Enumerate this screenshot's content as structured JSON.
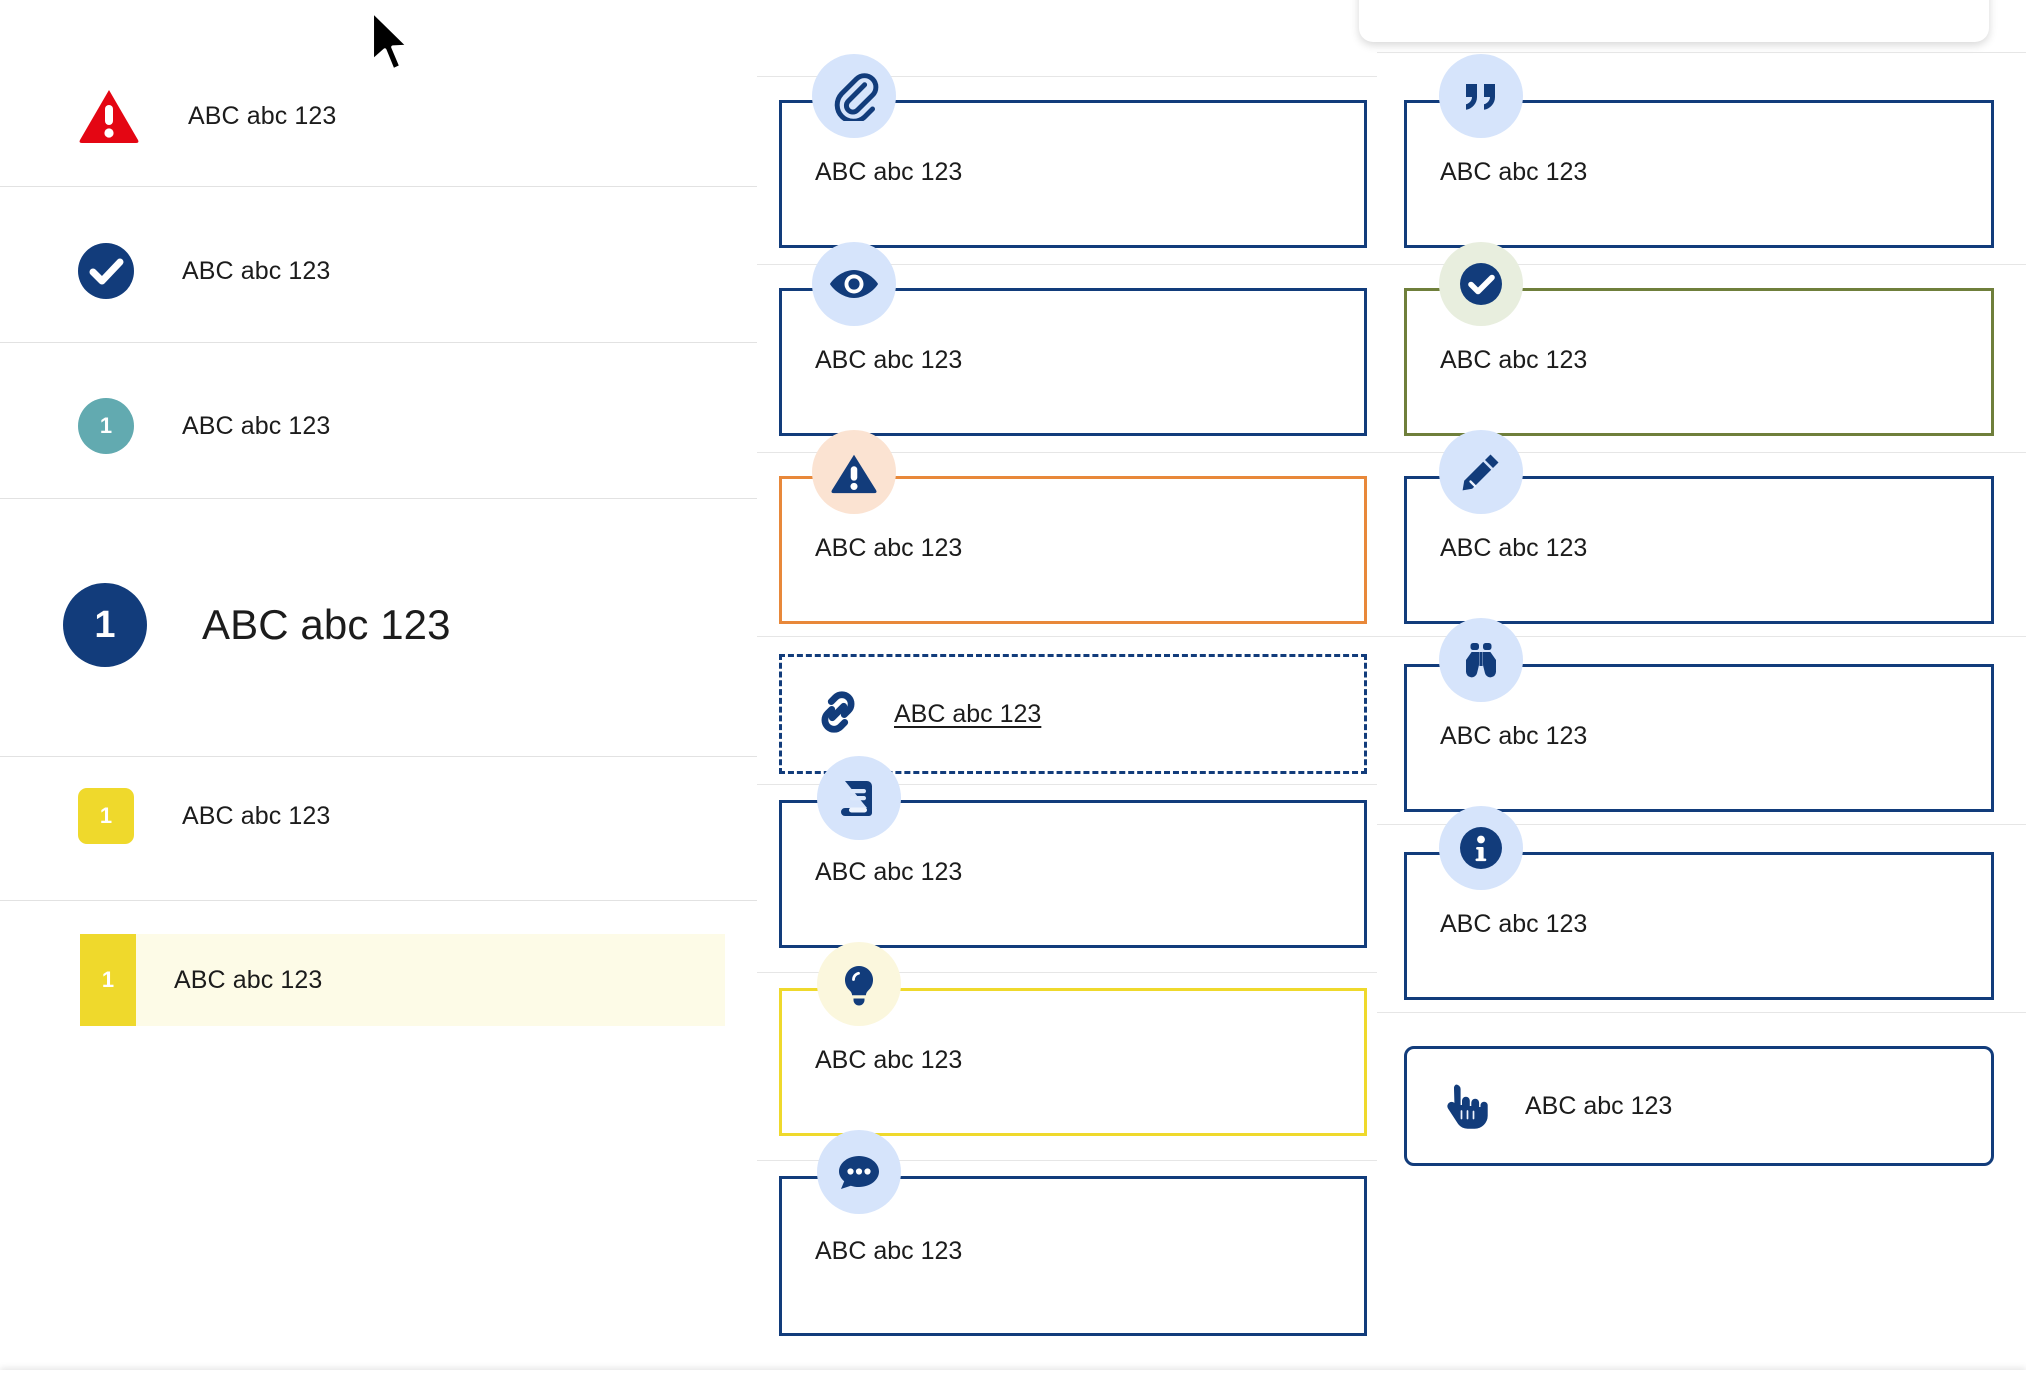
{
  "left_list": {
    "items": [
      {
        "id": "error",
        "label": "ABC abc 123",
        "icon": "triangle-alert-icon",
        "badge_text": "",
        "color": "#e40613",
        "size": "normal",
        "highlighted": false
      },
      {
        "id": "success",
        "label": "ABC abc 123",
        "icon": "check-circle-icon",
        "badge_text": "",
        "color": "#123c7b",
        "size": "normal",
        "highlighted": false
      },
      {
        "id": "teal-number",
        "label": "ABC abc 123",
        "icon": "number-badge-round",
        "badge_text": "1",
        "color": "#62aab0",
        "size": "normal",
        "highlighted": false
      },
      {
        "id": "big-number",
        "label": "ABC abc 123",
        "icon": "number-badge-round",
        "badge_text": "1",
        "color": "#123c7b",
        "size": "large",
        "highlighted": false
      },
      {
        "id": "yellow-number",
        "label": "ABC abc 123",
        "icon": "number-badge-square",
        "badge_text": "1",
        "color": "#efd92c",
        "size": "normal",
        "highlighted": false
      },
      {
        "id": "yellow-active",
        "label": "ABC abc 123",
        "icon": "number-badge-flat",
        "badge_text": "1",
        "color": "#efd92c",
        "size": "normal",
        "highlighted": true
      }
    ]
  },
  "middle_column": {
    "cards": [
      {
        "id": "attachment",
        "icon": "paperclip-icon",
        "label": "ABC abc 123",
        "border": "solid-blue",
        "bubble": "blue",
        "layout": "stacked"
      },
      {
        "id": "preview",
        "icon": "eye-icon",
        "label": "ABC abc 123",
        "border": "solid-blue",
        "bubble": "blue",
        "layout": "stacked"
      },
      {
        "id": "warning",
        "icon": "triangle-alert-icon",
        "label": "ABC abc 123",
        "border": "orange",
        "bubble": "peach",
        "layout": "stacked"
      },
      {
        "id": "link",
        "icon": "chain-link-icon",
        "label": "ABC abc 123",
        "border": "dashed-blue",
        "bubble": "none",
        "layout": "inline-link"
      },
      {
        "id": "glossary",
        "icon": "book-icon",
        "label": "ABC abc 123",
        "border": "solid-blue",
        "bubble": "blue",
        "layout": "stacked"
      },
      {
        "id": "tip",
        "icon": "lightbulb-icon",
        "label": "ABC abc 123",
        "border": "yellow",
        "bubble": "yellow",
        "layout": "stacked"
      },
      {
        "id": "comment",
        "icon": "speech-bubble-icon",
        "label": "ABC abc 123",
        "border": "solid-blue",
        "bubble": "blue",
        "layout": "stacked"
      }
    ]
  },
  "right_column": {
    "cards": [
      {
        "id": "quote",
        "icon": "quotation-marks-icon",
        "label": "ABC abc 123",
        "border": "solid-blue",
        "bubble": "blue",
        "layout": "stacked"
      },
      {
        "id": "completed",
        "icon": "check-circle-icon",
        "label": "ABC abc 123",
        "border": "olive",
        "bubble": "green",
        "layout": "stacked"
      },
      {
        "id": "edit",
        "icon": "pencil-icon",
        "label": "ABC abc 123",
        "border": "solid-blue",
        "bubble": "blue",
        "layout": "stacked"
      },
      {
        "id": "explore",
        "icon": "binoculars-icon",
        "label": "ABC abc 123",
        "border": "solid-blue",
        "bubble": "blue",
        "layout": "stacked"
      },
      {
        "id": "info",
        "icon": "info-circle-icon",
        "label": "ABC abc 123",
        "border": "solid-blue",
        "bubble": "blue",
        "layout": "stacked"
      },
      {
        "id": "interaction",
        "icon": "hand-pointer-icon",
        "label": "ABC abc 123",
        "border": "rounded-blue",
        "bubble": "none",
        "layout": "inline"
      }
    ]
  },
  "colors": {
    "brand_blue": "#123c7b",
    "error_red": "#e40613",
    "warning_orange": "#e8883a",
    "success_olive": "#6f7f3b",
    "tip_yellow": "#efd92c",
    "teal": "#62aab0",
    "bubble_blue": "#d6e4fb",
    "bubble_peach": "#fbe3d2",
    "bubble_green": "#e8eede",
    "bubble_yellow": "#fbf7dd",
    "highlight_bg": "#fdfbe7",
    "divider": "#e2e2e2"
  }
}
